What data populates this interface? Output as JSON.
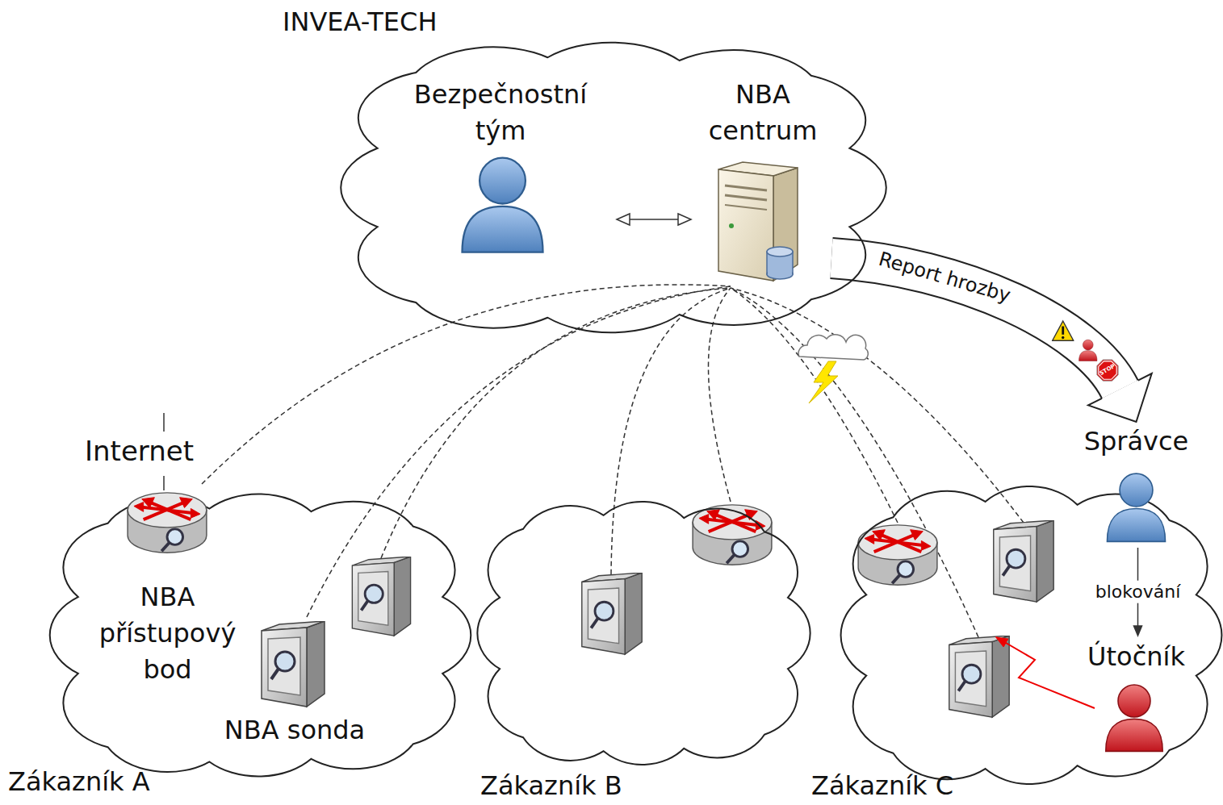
{
  "diagram": {
    "nodes": [
      {
        "text": [
          "INVEA-TECH"
        ]
      },
      {
        "text": [
          "Bezpečnostní tým"
        ],
        "in": 0
      },
      {
        "text": [
          "NBA centrum"
        ],
        "in": 0
      },
      {
        "text": [
          "Zákazník A"
        ]
      },
      {
        "text": [
          "NBA přístupový bod"
        ],
        "in": 3
      },
      {
        "text": [
          "NBA sonda"
        ],
        "in": 3
      },
      {
        "text": [
          "Zákazník B"
        ]
      },
      {
        "text": [
          "Zákazník C"
        ]
      },
      {
        "text": [
          "Správce"
        ],
        "in": 7
      },
      {
        "text": [
          "Útočník"
        ],
        "in": 7
      }
    ],
    "edges": [
      {
        "from": 1,
        "to": 2,
        "arrow": "both"
      },
      {
        "from": 4,
        "to": 2,
        "arrow": "none"
      },
      {
        "from": 5,
        "to": 2,
        "arrow": "none"
      },
      {
        "from": 2,
        "to": 8,
        "label": "Report hrozby",
        "arrow": "to"
      },
      {
        "from": 8,
        "to": 9,
        "label": "blokování",
        "arrow": "to"
      }
    ],
    "labels": [
      "Internet",
      "STOP"
    ]
  }
}
